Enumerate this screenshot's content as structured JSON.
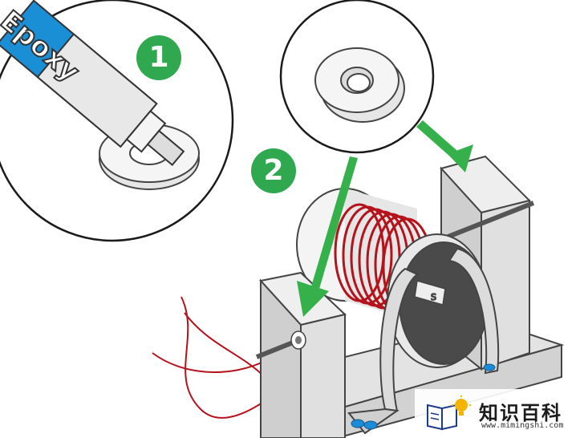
{
  "steps": [
    "1",
    "2"
  ],
  "tube_label": "Epoxy",
  "magnet_pole_label": "S",
  "watermark": {
    "site_name": "知识百科",
    "url": "www.mimingshi.com"
  },
  "colors": {
    "step_green": "#2fa84f",
    "tube_blue": "#1a8fd6",
    "arrow_green": "#35b04a",
    "wire_red": "#b5121b",
    "frame_gray": "#d9d9d9",
    "magnet_blue": "#1c8cd8"
  }
}
